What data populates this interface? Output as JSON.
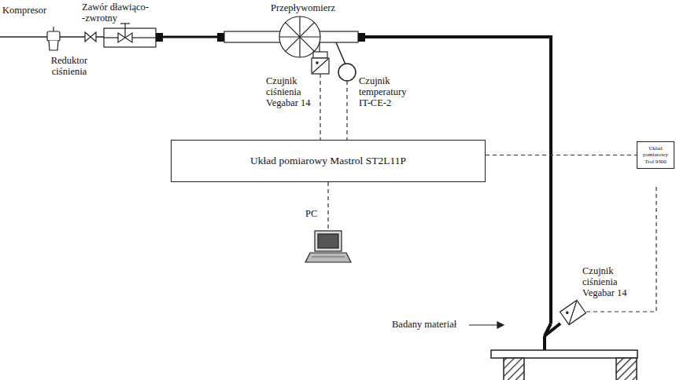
{
  "diagram": {
    "nodes": [
      {
        "text": [
          "Układ pomiarowy Mastrol ST2L11P"
        ]
      },
      {
        "text": [
          "Układ pomiarowy Trol 9300"
        ]
      }
    ],
    "edges": [
      {
        "from": 0,
        "to": 1,
        "arrow": "none"
      }
    ],
    "labels": [
      "Kompresor",
      "Zawór dławiąco- -zwrotny",
      "Przepływomierz",
      "Reduktor ciśnienia",
      "Czujnik ciśnienia Vegabar 14",
      "Czujnik temperatury IT-CE-2",
      "PC",
      "Czujnik ciśnienia Vegabar 14",
      "Badany materiał"
    ]
  }
}
